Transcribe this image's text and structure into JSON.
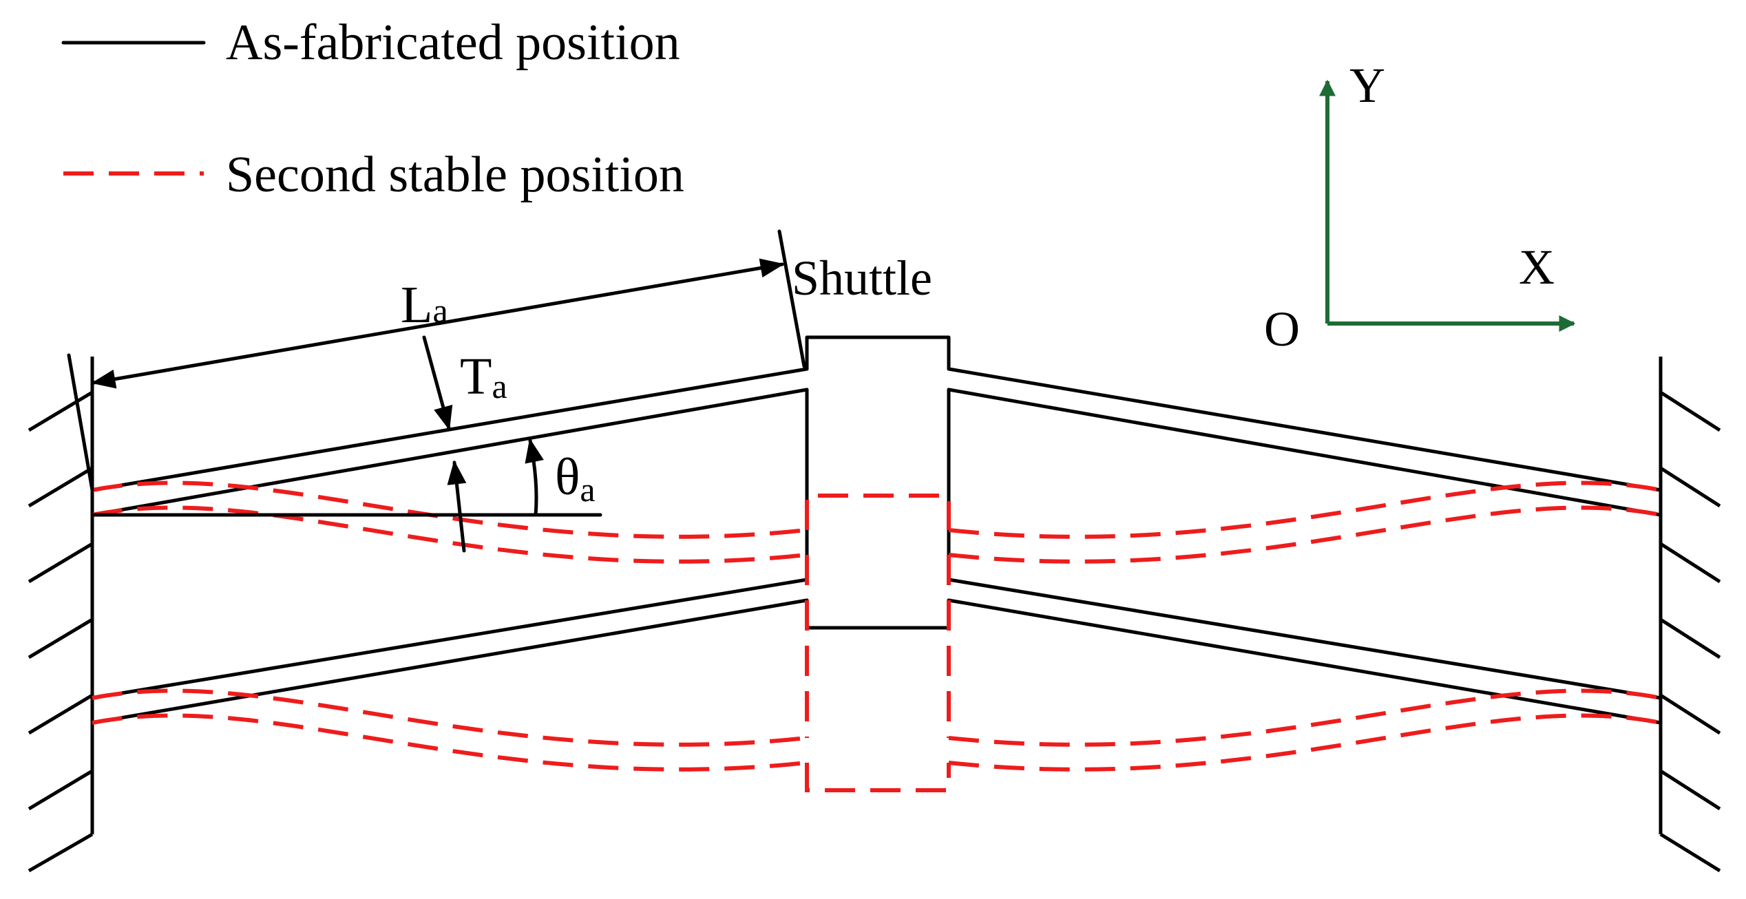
{
  "legend": {
    "as_fabricated": "As-fabricated position",
    "second_stable": "Second stable position"
  },
  "labels": {
    "length_main": "L",
    "length_sub": "a",
    "thickness_main": "T",
    "thickness_sub": "a",
    "angle_main": "θ",
    "angle_sub": "a",
    "shuttle": "Shuttle"
  },
  "axes": {
    "x": "X",
    "y": "Y",
    "origin": "O"
  },
  "colors": {
    "as_fabricated": "#000000",
    "second_stable": "#ee1c1c",
    "axis": "#1f6b35"
  }
}
